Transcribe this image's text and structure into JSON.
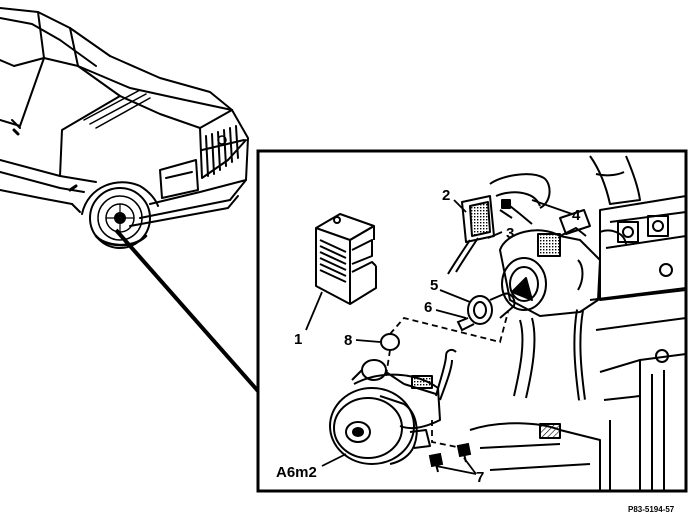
{
  "callouts": {
    "c1": "1",
    "c2": "2",
    "c3": "3",
    "c4": "4",
    "c5": "5",
    "c6": "6",
    "c7": "7",
    "c8": "8",
    "a6m2": "A6m2"
  },
  "reference_code": "P83-5194-57"
}
